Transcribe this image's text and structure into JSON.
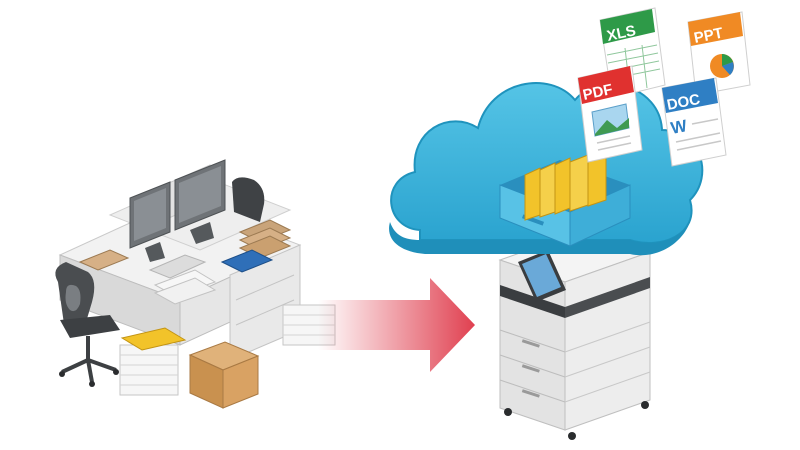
{
  "file_badges": {
    "xls": "XLS",
    "ppt": "PPT",
    "pdf": "PDF",
    "doc": "DOC",
    "word_letter": "W"
  },
  "colors": {
    "xls": "#2e9a48",
    "ppt": "#f08a24",
    "pdf": "#e0312f",
    "doc": "#2f7fc4",
    "cloud": "#3bb6dc",
    "cloud_dark": "#1f93bd",
    "arrow": "#e04050",
    "folder": "#f2c32a"
  },
  "icons": [
    "office-desk-icon",
    "computer-monitor-icon",
    "office-chair-icon",
    "paper-stack-icon",
    "cardboard-box-icon",
    "transfer-arrow-icon",
    "cloud-storage-icon",
    "file-drawer-icon",
    "multifunction-printer-icon"
  ]
}
